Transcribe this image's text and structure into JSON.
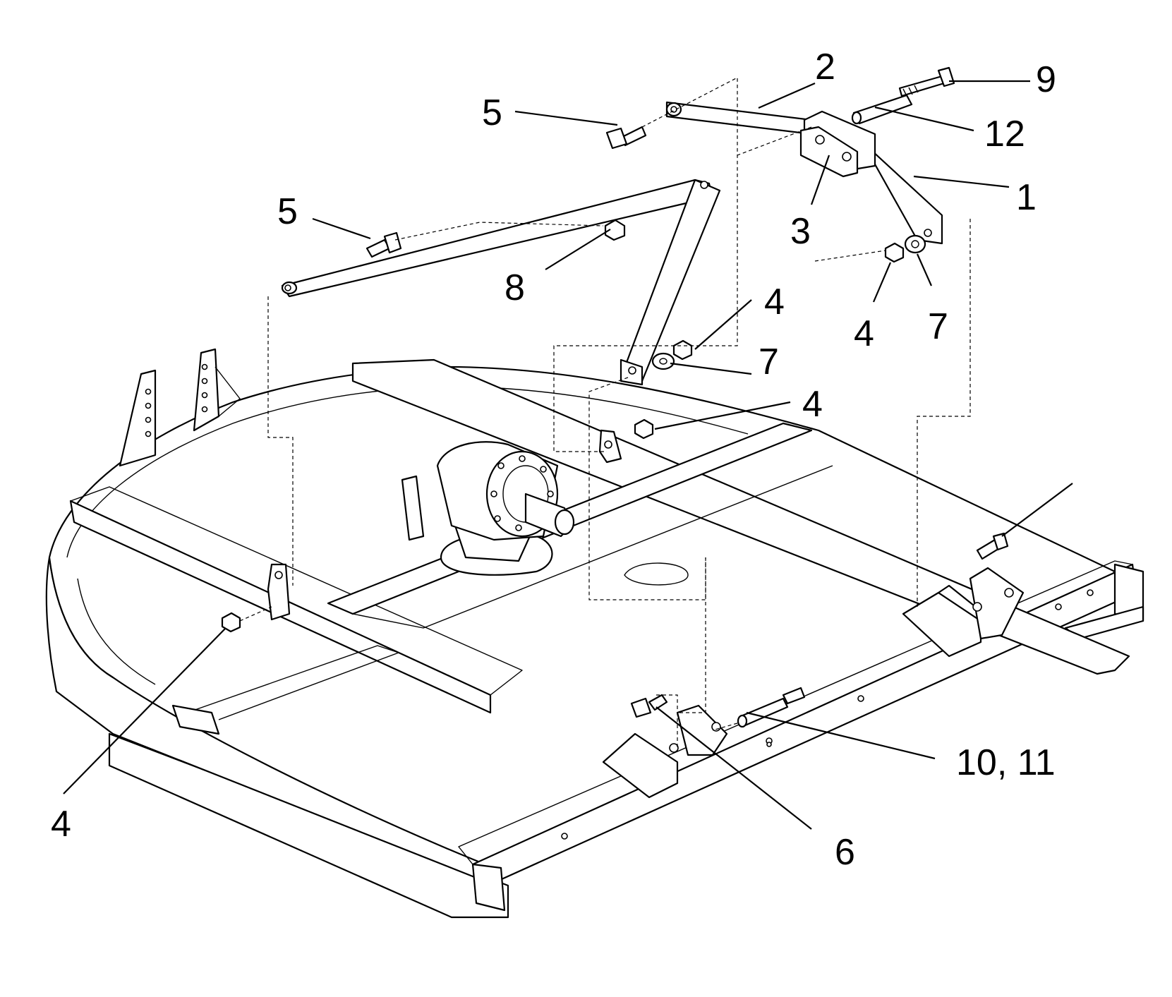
{
  "callouts": [
    {
      "id": "c2",
      "text": "2"
    },
    {
      "id": "c9",
      "text": "9"
    },
    {
      "id": "c5a",
      "text": "5"
    },
    {
      "id": "c12",
      "text": "12"
    },
    {
      "id": "c1",
      "text": "1"
    },
    {
      "id": "c5b",
      "text": "5"
    },
    {
      "id": "c3",
      "text": "3"
    },
    {
      "id": "c8",
      "text": "8"
    },
    {
      "id": "c4a",
      "text": "4"
    },
    {
      "id": "c4b",
      "text": "4"
    },
    {
      "id": "c7a",
      "text": "7"
    },
    {
      "id": "c7b",
      "text": "7"
    },
    {
      "id": "c4c",
      "text": "4"
    },
    {
      "id": "c1011",
      "text": "10, 11"
    },
    {
      "id": "c4d",
      "text": "4"
    },
    {
      "id": "c6",
      "text": "6"
    }
  ]
}
